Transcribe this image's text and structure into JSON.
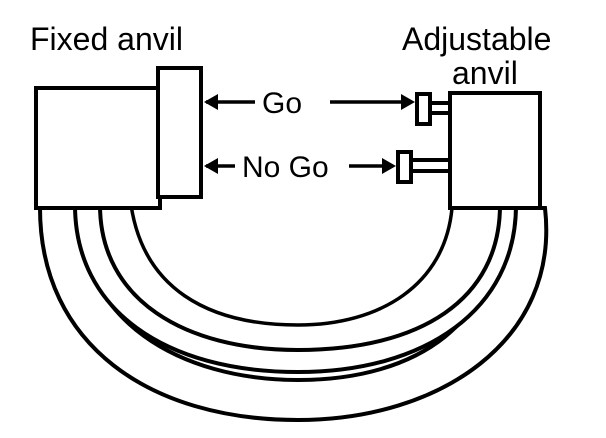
{
  "labels": {
    "fixed_anvil": "Fixed anvil",
    "adjustable_anvil_line1": "Adjustable",
    "adjustable_anvil_line2": "anvil",
    "go": "Go",
    "no_go": "No Go"
  },
  "colors": {
    "line": "#000000",
    "background": "#ffffff"
  }
}
